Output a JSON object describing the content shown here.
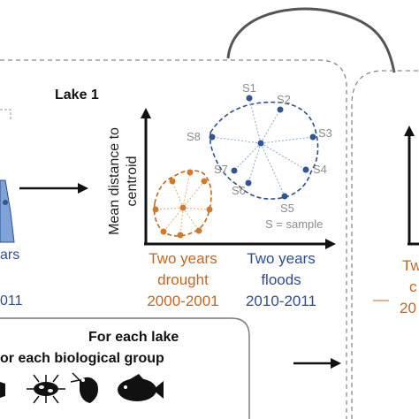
{
  "lake_title": "Lake 1",
  "y_axis_label_line1": "Mean distance to",
  "y_axis_label_line2": "centroid",
  "samples": [
    "S1",
    "S2",
    "S3",
    "S4",
    "S5",
    "S6",
    "S7",
    "S8"
  ],
  "sample_legend": "S = sample",
  "drought": {
    "line1": "Two years",
    "line2": "drought",
    "line3": "2000-2001",
    "color": "#c8651b"
  },
  "floods": {
    "line1": "Two years",
    "line2": "floods",
    "line3": "2010-2011",
    "color": "#2e4f8c"
  },
  "left_fragment": {
    "line1": "ars",
    "line2": "011"
  },
  "right_fragment": {
    "line1": "Tw",
    "line2": "c",
    "line3": "20"
  },
  "group_box": {
    "line1": "For each lake",
    "line2": "or each biological group"
  },
  "colors": {
    "drought_points": "#d07a2c",
    "flood_points": "#2f5597",
    "sample_labels": "#8c8c8c",
    "dashed_border": "#8a8a8a",
    "left_fill": "#7fa2d8"
  }
}
